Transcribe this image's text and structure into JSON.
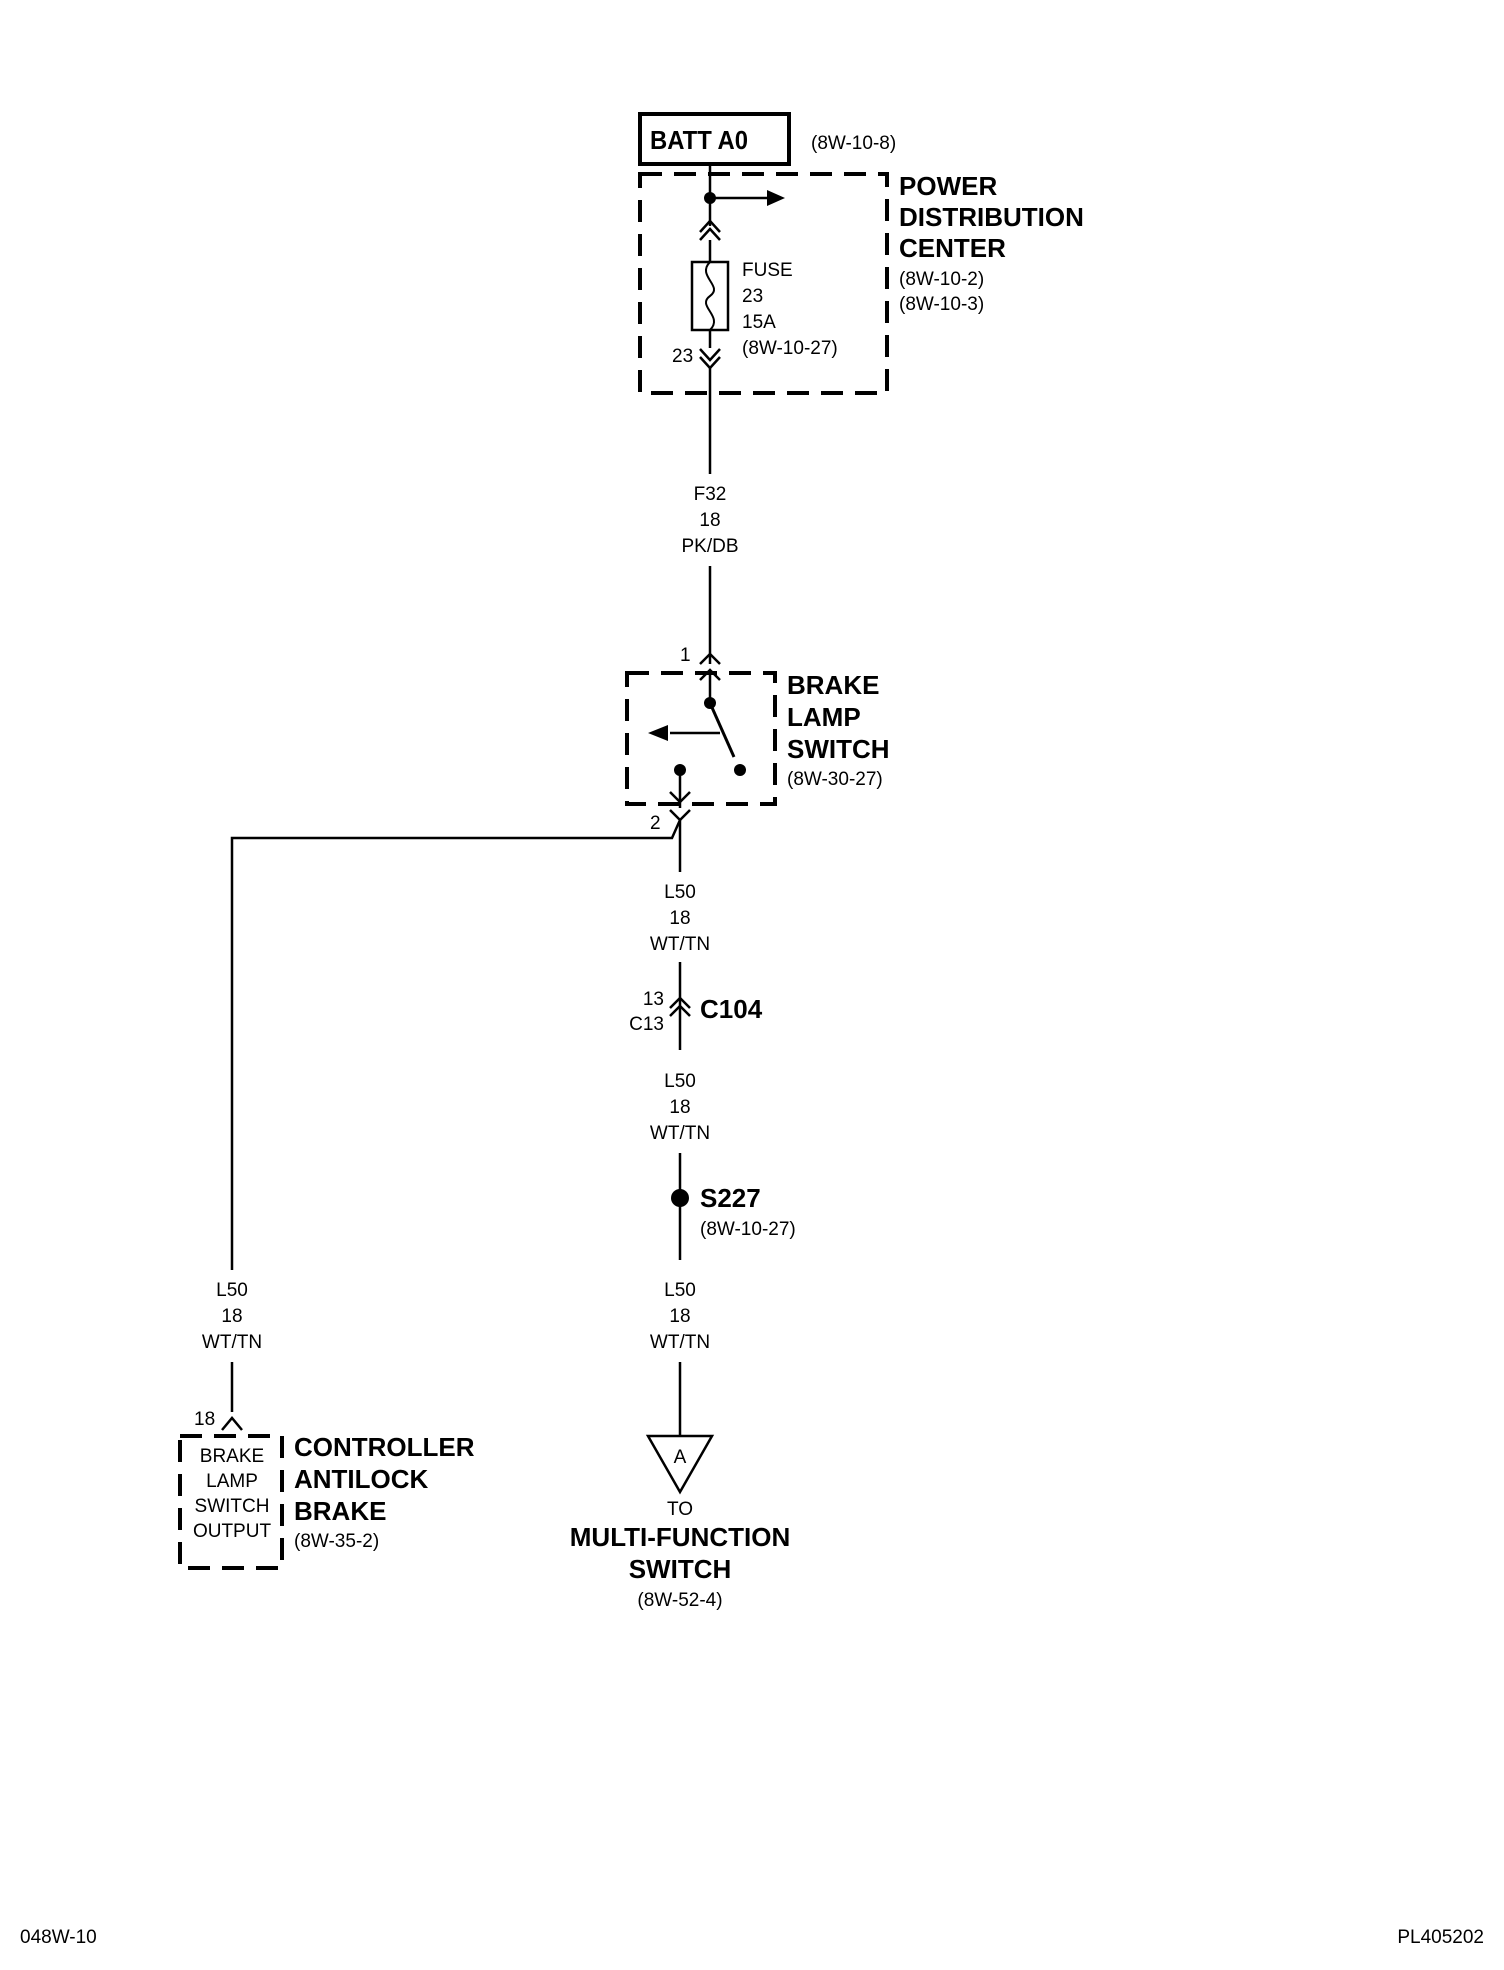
{
  "batt": {
    "label": "BATT A0",
    "ref": "(8W-10-8)"
  },
  "pdc": {
    "title_1": "POWER",
    "title_2": "DISTRIBUTION",
    "title_3": "CENTER",
    "ref_1": "(8W-10-2)",
    "ref_2": "(8W-10-3)",
    "fuse_label": "FUSE",
    "fuse_number": "23",
    "fuse_rating": "15A",
    "fuse_ref": "(8W-10-27)",
    "cavity": "23"
  },
  "wire_f32": {
    "circuit": "F32",
    "gauge": "18",
    "color": "PK/DB"
  },
  "brake_lamp_switch": {
    "title_1": "BRAKE",
    "title_2": "LAMP",
    "title_3": "SWITCH",
    "ref": "(8W-30-27)",
    "pin_in": "1",
    "pin_out": "2"
  },
  "wire_l50_a": {
    "circuit": "L50",
    "gauge": "18",
    "color": "WT/TN"
  },
  "c104": {
    "label": "C104",
    "pin_top": "13",
    "pin_bottom": "C13"
  },
  "wire_l50_b": {
    "circuit": "L50",
    "gauge": "18",
    "color": "WT/TN"
  },
  "s227": {
    "label": "S227",
    "ref": "(8W-10-27)"
  },
  "wire_l50_c": {
    "circuit": "L50",
    "gauge": "18",
    "color": "WT/TN"
  },
  "wire_l50_left": {
    "circuit": "L50",
    "gauge": "18",
    "color": "WT/TN"
  },
  "abs_controller": {
    "pin": "18",
    "inner_1": "BRAKE",
    "inner_2": "LAMP",
    "inner_3": "SWITCH",
    "inner_4": "OUTPUT",
    "title_1": "CONTROLLER",
    "title_2": "ANTILOCK",
    "title_3": "BRAKE",
    "ref": "(8W-35-2)"
  },
  "mfs": {
    "connector_letter": "A",
    "to": "TO",
    "title_1": "MULTI-FUNCTION",
    "title_2": "SWITCH",
    "ref": "(8W-52-4)"
  },
  "footer": {
    "left": "048W-10",
    "right": "PL405202"
  }
}
